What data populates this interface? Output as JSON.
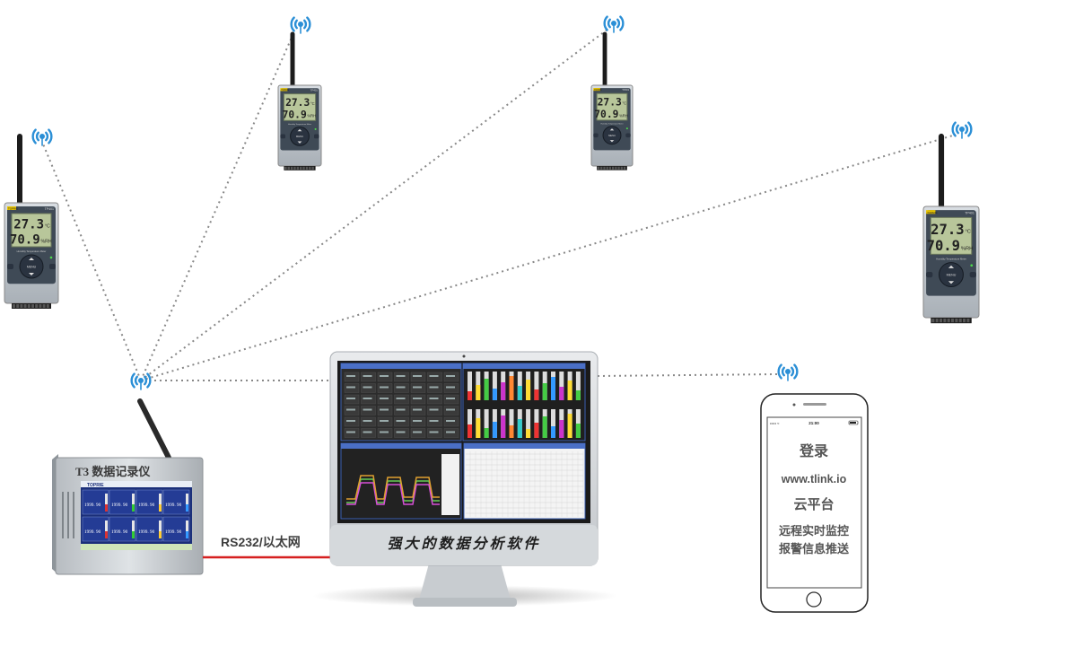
{
  "sensor": {
    "brand": "TOPRIE",
    "model": "TP401",
    "reading_temp": "27.3",
    "reading_temp_unit": "°C",
    "reading_hum": "70.9",
    "reading_hum_unit": "%RH",
    "caption": "Humidity Temperature Meter",
    "menu_label": "MENU"
  },
  "recorder": {
    "title": "T3 数据记录仪",
    "brand": "TOPRIE",
    "cell_value": "1999. 90"
  },
  "connection": {
    "label": "RS232/以太网"
  },
  "monitor": {
    "caption": "强大的数据分析软件"
  },
  "phone": {
    "time": "21:00",
    "login": "登录",
    "url": "www.tlink.io",
    "cloud": "云平台",
    "line1": "远程实时监控",
    "line2": "报警信息推送"
  },
  "colors": {
    "wifi": "#2b8fd6",
    "link_line": "#d62020",
    "dotted": "#888888"
  }
}
